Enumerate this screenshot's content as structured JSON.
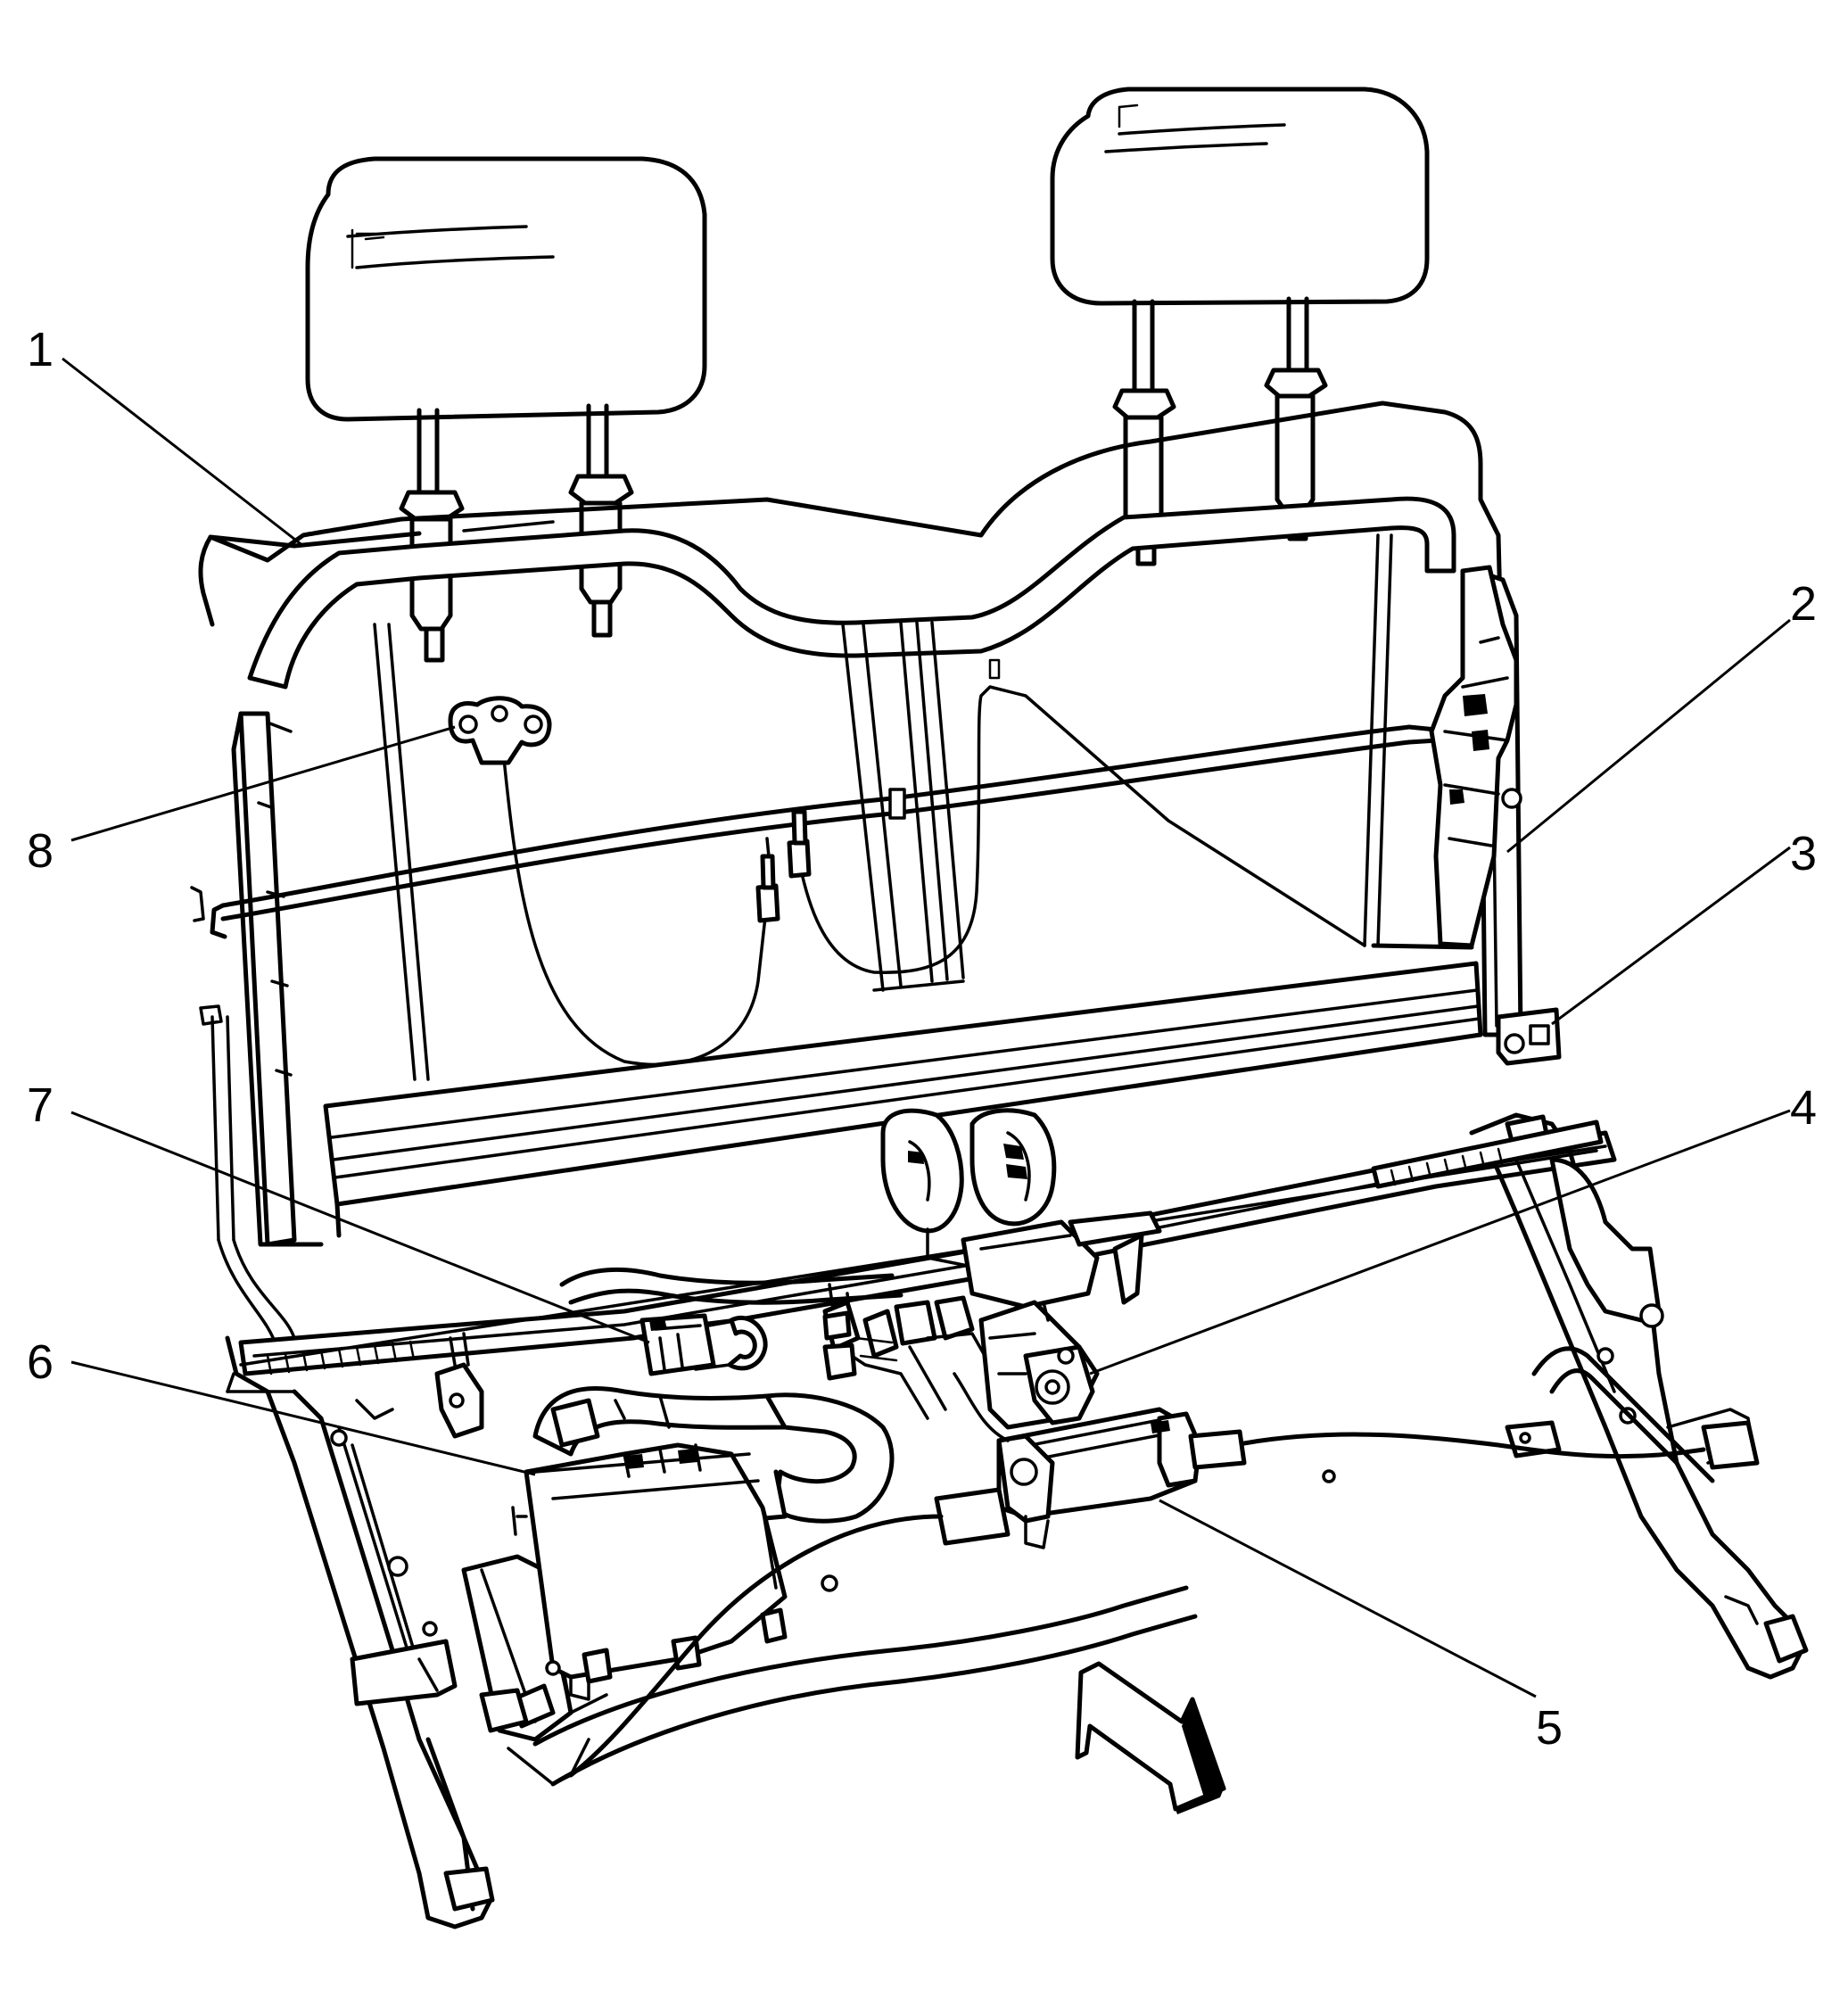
{
  "callouts": [
    {
      "label": "1",
      "part": "seat-back-frame"
    },
    {
      "label": "2",
      "part": "seat-back-actuator"
    },
    {
      "label": "3",
      "part": "bracket"
    },
    {
      "label": "4",
      "part": "seat-recliner-actuator"
    },
    {
      "label": "5",
      "part": "seat-cushion-actuator"
    },
    {
      "label": "6",
      "part": "seat-control-module"
    },
    {
      "label": "7",
      "part": "harness-connector"
    },
    {
      "label": "8",
      "part": "harness-clip"
    }
  ],
  "direction_arrow": {
    "meaning": "vehicle-front",
    "icon": "front-direction-arrow-icon"
  }
}
